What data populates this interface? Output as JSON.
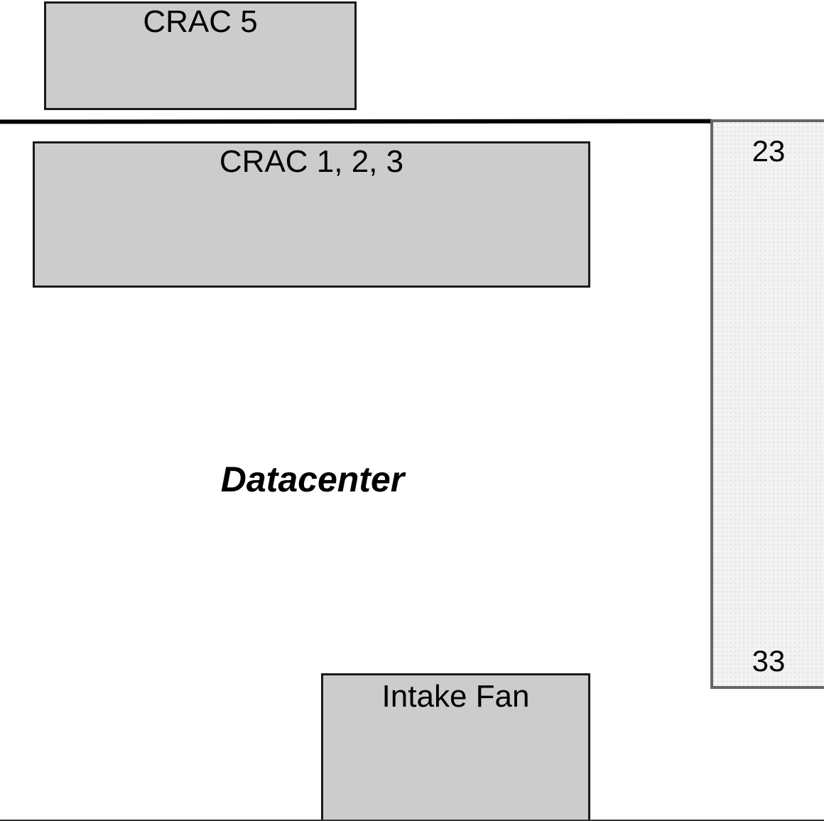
{
  "diagram": {
    "crac_units": [
      {
        "label": "CRAC 5"
      },
      {
        "label": "CRAC 1, 2, 3"
      }
    ],
    "intake_fan": {
      "label": "Intake Fan"
    },
    "room": {
      "label": "Datacenter"
    },
    "rack_column": {
      "top_label": "23",
      "bottom_label": "33"
    }
  },
  "colors": {
    "unit_fill": "#cccccc",
    "unit_border": "#1a1a1a",
    "rack_fill": "#f2f2f2",
    "rack_border": "#666666",
    "wall": "#000000"
  }
}
